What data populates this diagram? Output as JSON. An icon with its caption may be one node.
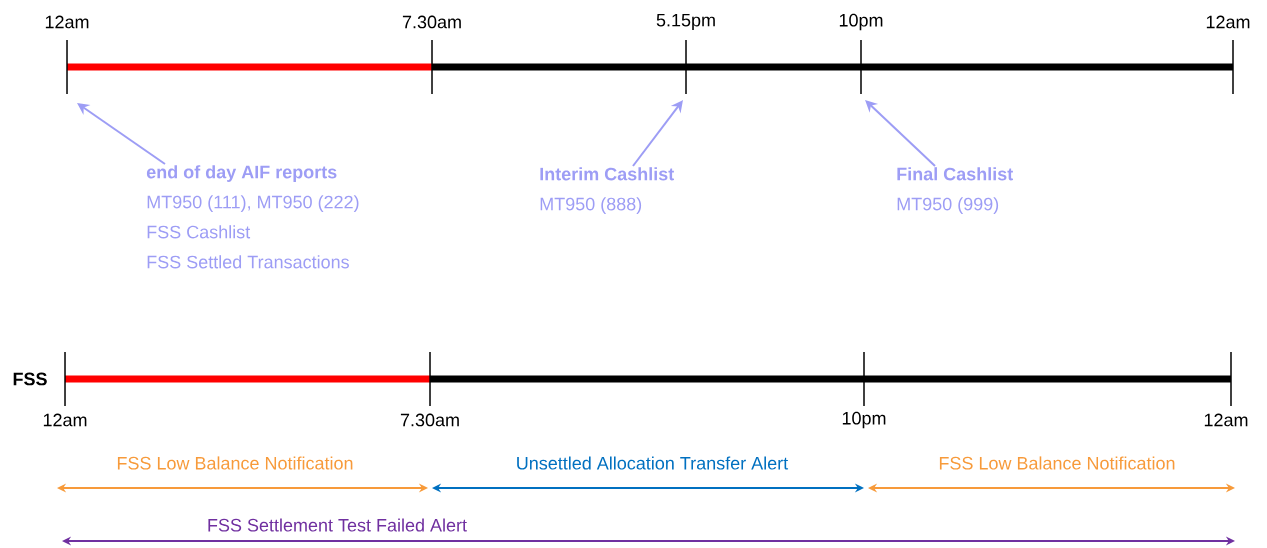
{
  "diagram": {
    "nodes": [
      {
        "text": [
          "end of day AIF reports",
          "MT950 (111), MT950 (222)",
          "FSS Cashlist",
          "FSS Settled Transactions"
        ]
      },
      {
        "text": [
          "Interim Cashlist",
          "MT950 (888)"
        ]
      },
      {
        "text": [
          "Final Cashlist",
          "MT950 (999)"
        ]
      }
    ],
    "edges": [
      {
        "from": 0,
        "to": null,
        "arrow": "to"
      },
      {
        "from": 1,
        "to": null,
        "arrow": "to"
      },
      {
        "from": 2,
        "to": null,
        "arrow": "to"
      }
    ],
    "labels": [
      "12am",
      "7.30am",
      "5.15pm",
      "10pm",
      "12am",
      "FSS",
      "12am",
      "7.30am",
      "10pm",
      "12am",
      "FSS Low Balance Notification",
      "Unsettled Allocation Transfer Alert",
      "FSS Low Balance Notification",
      "FSS Settlement Test Failed Alert"
    ]
  }
}
